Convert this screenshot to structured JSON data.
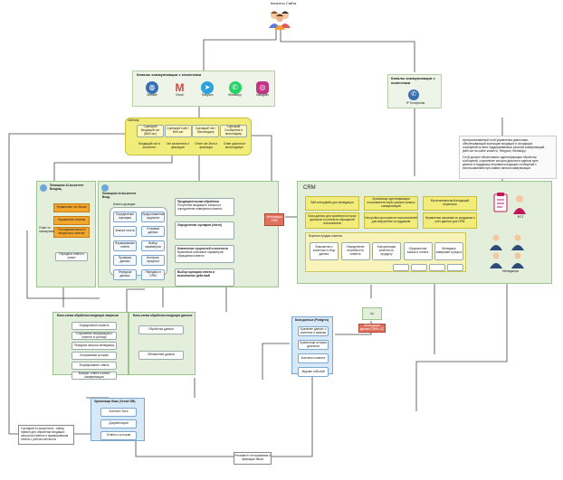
{
  "top": {
    "title": "Клиенты Сайта"
  },
  "channels": {
    "title": "Каналы коммуникации с клиентами",
    "items": [
      "Website",
      "Email",
      "Telegram",
      "WhatsApp",
      "Instagram"
    ],
    "icon_colors": [
      "#3a6fb5",
      "#d44638",
      "#2aa3df",
      "#25d366",
      "#c13584"
    ]
  },
  "ip": {
    "title": "Каналы коммуникации с клиентами",
    "label": "IP Телефония"
  },
  "note": {
    "lines": [
      "Централизованный слой управления диалогами,",
      "обеспечивающий агрегацию входящих и исходящих",
      "сообщений из всех поддерживаемых каналов коммуникаций",
      "(веб-чат на сайте клиента, Telegram, WhatsApp.",
      "",
      "Слой должен обеспечивать идентификацию обработку",
      "сообщений, сохранение истории диалога в едином пуле",
      "данных и поддержку отправки исходящих сообщений с",
      "использованием при заявке канала коммуникации."
    ]
  },
  "gateway": {
    "label": "Gateway",
    "items": [
      "Сценарий Входящий чат (Веб-чат)",
      "Сценарий Сайт / Веб-чат",
      "Сценарий Чат / Мессенджер",
      "Сценарий Сообщение в мессенджер"
    ],
    "subs": [
      "Входящий чат в ассистент",
      "Чат ассистента и фиксация",
      "Ответ чат-бота и фиксация",
      "Ответ диалога в мессенджере"
    ]
  },
  "ai1": {
    "title": "Помощник AI ассистент Входящ.",
    "items": [
      "Управление чат ботом",
      "Управление ответом",
      "Последовательность вопросов и ответов"
    ],
    "side": [
      "Ответ от помощника",
      "Передача ответа в канал"
    ]
  },
  "ai2": {
    "title": "Помощник AI ассистент Вход.",
    "sub": "Бизнес-функции",
    "left": [
      "Определение сценария",
      "Анализ текста",
      "Формирование ответа",
      "Проверка данных",
      "Передача данных"
    ],
    "right": [
      "Предоставление сущности",
      "Отправка данных",
      "Выбор параметров",
      "Контроль процесса",
      "Передача в CRM"
    ],
    "cards": [
      {
        "title": "Предварительная обработка",
        "body": "Получение входящего запроса и определение намерения клиента"
      },
      {
        "title": "Определение сценария (intent)",
        "body": ""
      },
      {
        "title": "Извлечение сущностей и контекста",
        "body": "Выявление ключевых параметров обращения клиента"
      },
      {
        "title": "Выбор сценария ответа и выполнение действий",
        "body": ""
      }
    ]
  },
  "crm": {
    "title": "CRM",
    "row1": [
      "Веб-интерфейс для менеджера",
      "Хранилище идентификации пользователя через разные каналы коммуникаций",
      "Мультиканальный входящий переписки"
    ],
    "row2": [
      "База данных для хранения истории диалогов и контекста обращений пользователя",
      "Настройка пространств пользователей для внутренних сотрудников",
      "Управление заказами по продажам и учёт данных для CRM"
    ],
    "funnel_title": "Воронка продаж клиента",
    "funnel": [
      "Знакомство с клиентом и сбор данных",
      "Определение потребности клиента",
      "Консультация клиента по продукту",
      "Оформление заказа и оплата",
      "Менеджер завершает процесс"
    ],
    "roles": {
      "fot": "ФОТ",
      "managers": "Менеджеры"
    }
  },
  "crm_badge": "Интеграция CRM",
  "onec": {
    "label": "1с",
    "sub": "Интеграция данных CRM с 1С"
  },
  "proc1": {
    "title": "Блок-схема обработки входящих запросов",
    "items": [
      "Определение клиента",
      "Сохранение информации о клиенте в систему",
      "Передача запроса менеджеру",
      "Логирование истории",
      "Формирование ответа",
      "Возврат ответа в канал коммуникации"
    ]
  },
  "proc2": {
    "title": "Блок-схема обработки входящих данных",
    "items": [
      "Обработка данных",
      "Обновление данных"
    ]
  },
  "db": {
    "title": "База данных (Postgres)",
    "items": [
      "Хранение данных о клиентах и заказах",
      "Хранилище истории диалогов",
      "Контакты клиента",
      "Журнал событий"
    ]
  },
  "store": {
    "title": "Хранилище базы (Vector DB)",
    "items": [
      "Контекст бота",
      "Документация",
      "Ответы и история"
    ]
  },
  "note_left": "Сценарий AI-ассистента - набор правил для обработки входящих запросов клиента и формирования ответа с учётом контекста",
  "note_bottom": "Регламент тестирования и фиксации багов"
}
